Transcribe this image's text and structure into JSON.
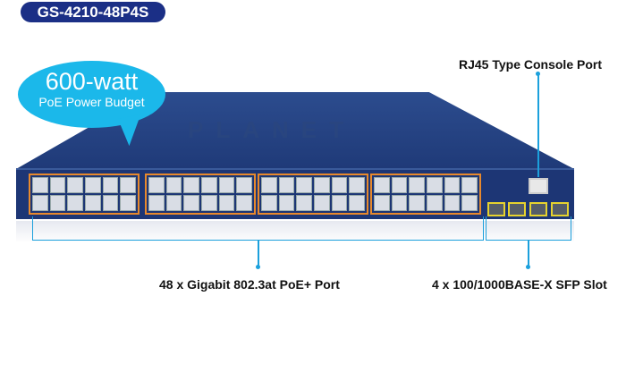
{
  "model": "GS-4210-48P4S",
  "bubble": {
    "big": "600-watt",
    "small": "PoE Power Budget"
  },
  "brand": "PLANET",
  "labels": {
    "console": "RJ45 Type Console Port",
    "ports": "48 x Gigabit 802.3at PoE+ Port",
    "sfp": "4 x 100/1000BASE-X SFP Slot"
  },
  "colors": {
    "badge": "#1b2f86",
    "bubble": "#1bb8ea",
    "callout": "#1ba0dc"
  }
}
